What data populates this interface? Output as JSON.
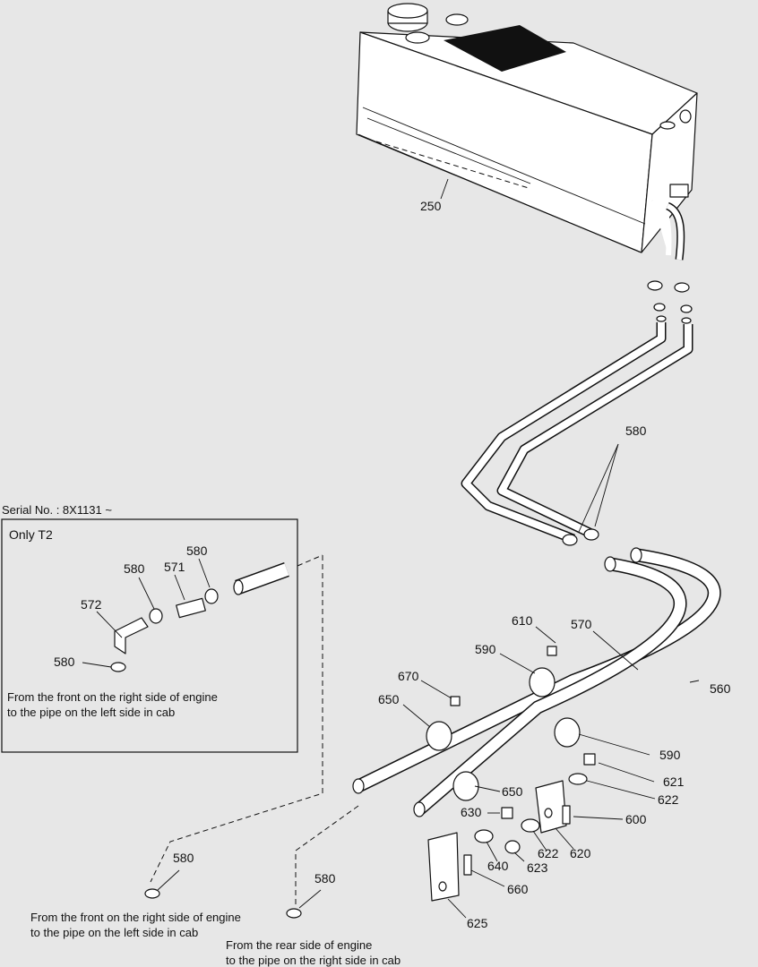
{
  "serial_note": "Serial No. : 8X1131 ~",
  "inset": {
    "title": "Only T2",
    "note_line1": "From the front on the right side of engine",
    "note_line2": "to the pipe on the left side in cab",
    "labels": {
      "580a": "580",
      "580b": "580",
      "571": "571",
      "572": "572",
      "580c": "580"
    }
  },
  "labels": {
    "250": "250",
    "580_top": "580",
    "610": "610",
    "570": "570",
    "590_top": "590",
    "670": "670",
    "650_a": "650",
    "560": "560",
    "590_mid": "590",
    "621": "621",
    "650_b": "650",
    "622_a": "622",
    "630": "630",
    "600": "600",
    "622_b": "622",
    "620": "620",
    "640": "640",
    "623": "623",
    "660": "660",
    "625": "625",
    "580_bl": "580",
    "580_bm": "580"
  },
  "notes": {
    "front_line1": "From the front on the right side of engine",
    "front_line2": "to the pipe on the left side in cab",
    "rear_line1": "From the rear side of engine",
    "rear_line2": "to the pipe on the right side in cab"
  }
}
